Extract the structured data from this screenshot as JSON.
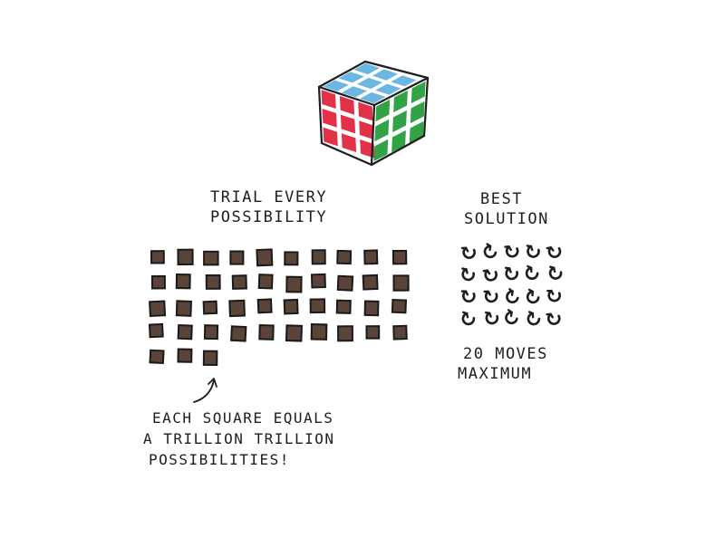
{
  "brute_force": {
    "title_lines": [
      "TRIAL EVERY",
      "POSSIBILITY"
    ],
    "square_count": 43,
    "footnote_lines": [
      "EACH SQUARE EQUALS",
      "A TRILLION TRILLION",
      "POSSIBILITIES!"
    ]
  },
  "best_solution": {
    "title_lines": [
      "BEST",
      "SOLUTION"
    ],
    "move_count": 20,
    "caption_lines": [
      "20 MOVES",
      "MAXIMUM"
    ]
  },
  "colors": {
    "square_fill": "#5a4438",
    "square_outline": "#1a1a1a",
    "cube_top": "#5fb0e0",
    "cube_left": "#e0213a",
    "cube_right": "#1f9a35",
    "ink": "#1e1e1e"
  }
}
